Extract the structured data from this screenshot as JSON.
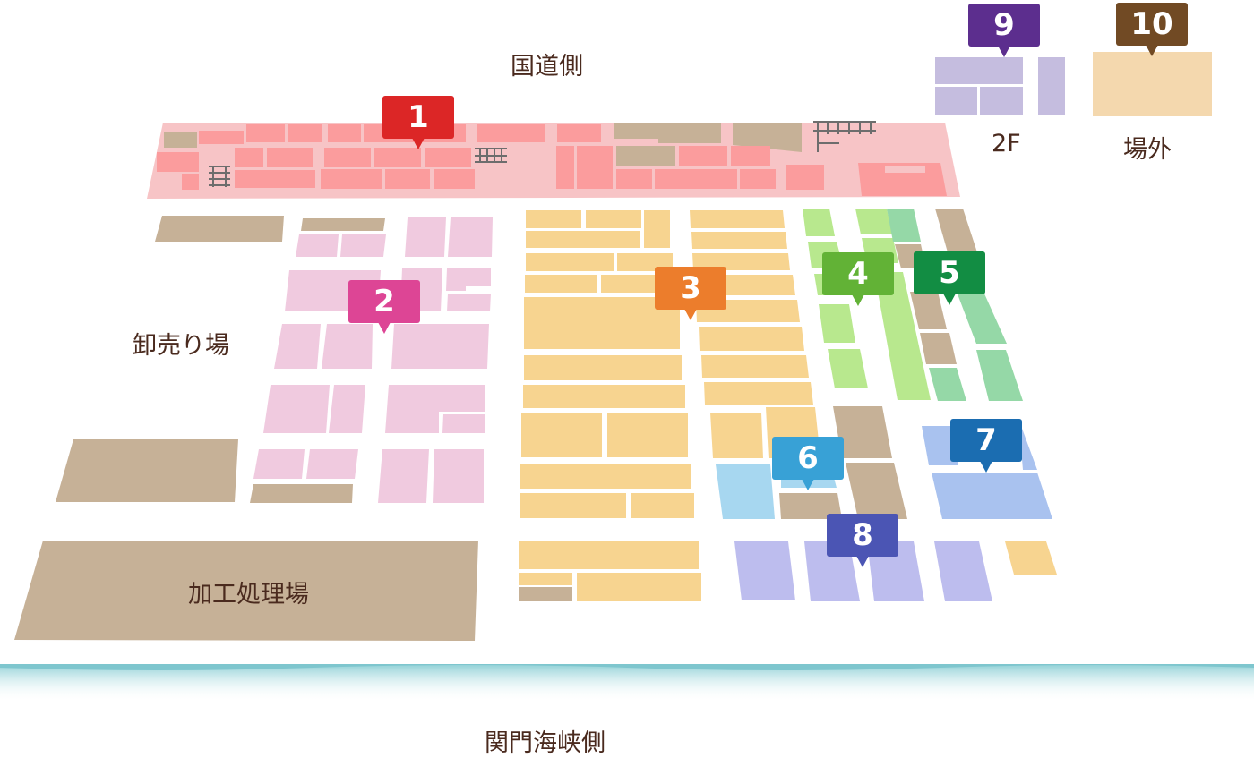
{
  "labels": {
    "kokudo": "国道側",
    "oroshi": "卸売り場",
    "kakou": "加工処理場",
    "kanmon": "関門海峡側",
    "second_floor": "2F",
    "jougai": "場外"
  },
  "colors": {
    "zone1": "#dc2626",
    "zone2": "#dd4595",
    "zone3": "#ec7d2c",
    "zone4": "#62b236",
    "zone5": "#128d43",
    "zone6": "#38a1d6",
    "zone7": "#1b6db1",
    "zone8": "#4b55b4",
    "zone9": "#5c2e8e",
    "zone10": "#714a24"
  },
  "markers": [
    {
      "number": "1"
    },
    {
      "number": "2"
    },
    {
      "number": "3"
    },
    {
      "number": "4"
    },
    {
      "number": "5"
    },
    {
      "number": "6"
    },
    {
      "number": "7"
    },
    {
      "number": "8"
    },
    {
      "number": "9"
    },
    {
      "number": "10"
    }
  ]
}
